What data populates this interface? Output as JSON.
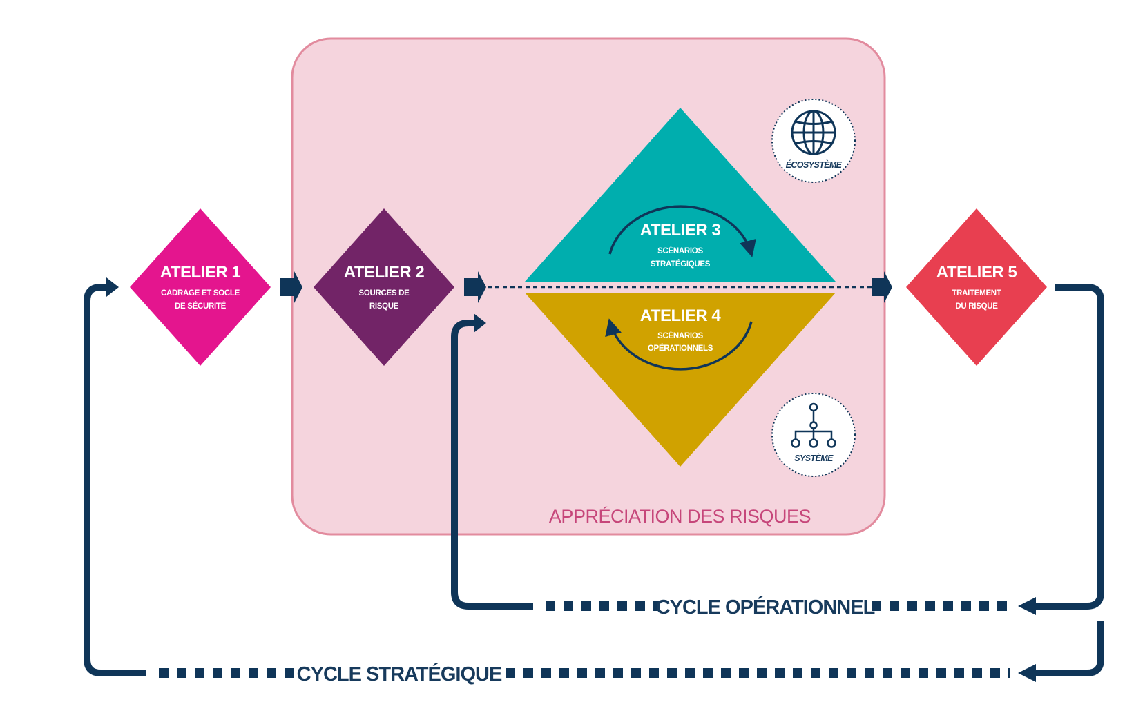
{
  "colors": {
    "atelier1": "#e4158e",
    "atelier2": "#722467",
    "atelier3": "#00aeae",
    "atelier4": "#d0a200",
    "atelier5": "#e83f50",
    "zone_fill": "#f5d4dd",
    "zone_border": "#e28b9e",
    "zone_label": "#c6467a",
    "navy": "#0f3558",
    "navy_text": "#173a5c"
  },
  "zone": {
    "label": "APPRÉCIATION DES RISQUES"
  },
  "ateliers": {
    "a1": {
      "title": "ATELIER 1",
      "line1": "CADRAGE ET SOCLE",
      "line2": "DE SÉCURITÉ"
    },
    "a2": {
      "title": "ATELIER 2",
      "line1": "SOURCES DE",
      "line2": "RISQUE"
    },
    "a3": {
      "title": "ATELIER 3",
      "line1": "SCÉNARIOS",
      "line2": "STRATÉGIQUES"
    },
    "a4": {
      "title": "ATELIER 4",
      "line1": "SCÉNARIOS",
      "line2": "OPÉRATIONNELS"
    },
    "a5": {
      "title": "ATELIER 5",
      "line1": "TRAITEMENT",
      "line2": "DU RISQUE"
    }
  },
  "icons": {
    "ecosysteme": {
      "name": "globe-icon",
      "label": "ÉCOSYSTÈME"
    },
    "systeme": {
      "name": "network-icon",
      "label": "SYSTÈME"
    }
  },
  "cycles": {
    "operationnel": "CYCLE OPÉRATIONNEL",
    "strategique": "CYCLE STRATÉGIQUE"
  }
}
